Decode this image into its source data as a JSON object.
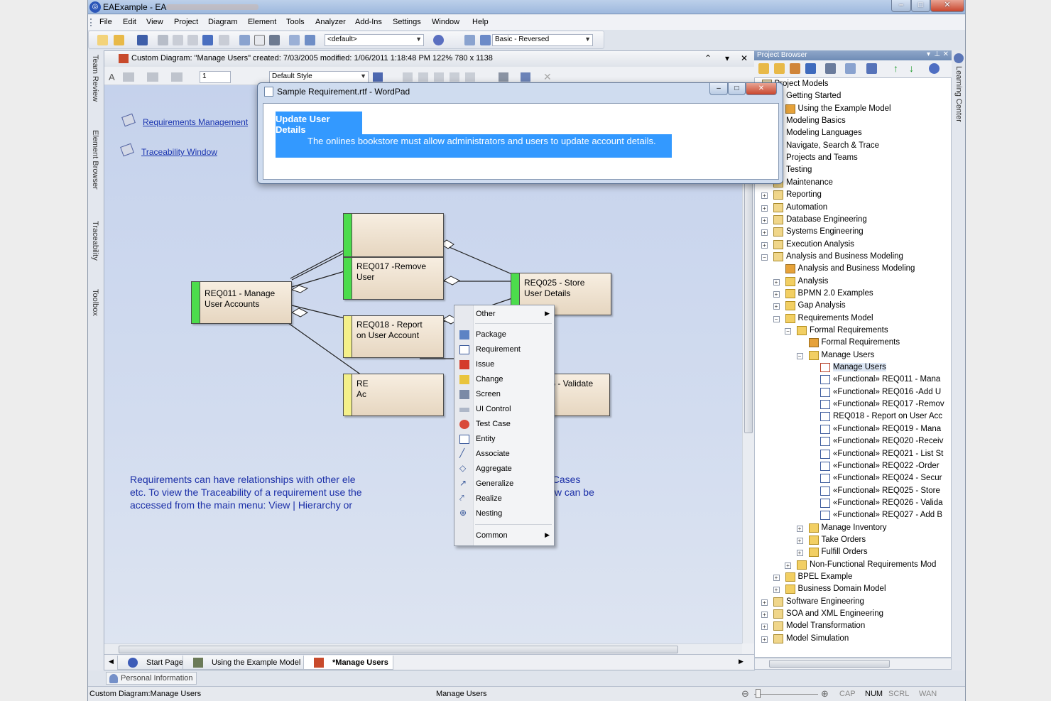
{
  "window": {
    "title": "EAExample - EA"
  },
  "menu": [
    "File",
    "Edit",
    "View",
    "Project",
    "Diagram",
    "Element",
    "Tools",
    "Analyzer",
    "Add-Ins",
    "Settings",
    "Window",
    "Help"
  ],
  "toolbar": {
    "perspective": "<default>",
    "workspace": "Basic - Reversed"
  },
  "left_rail": [
    "Team Review",
    "Element Browser",
    "Traceability",
    "Toolbox"
  ],
  "right_rail": [
    "Learning Center"
  ],
  "diagram": {
    "header": "Custom Diagram: \"Manage Users\"   created: 7/03/2005  modified: 1/06/2011 1:18:48 PM   122%   780 x 1138",
    "style_combo": "Default Style",
    "line_width": "1",
    "links": [
      "Requirements Management",
      "Traceability Window"
    ],
    "elements": {
      "req011": "REQ011 - Manage\nUser Accounts",
      "req017": "REQ017 -Remove\nUser",
      "req018": "REQ018 - Report\non User Account",
      "req025": "REQ025 - Store\nUser Details",
      "req026": "REQ026 - Validate\nUser",
      "reqhidden": "RE\nAc"
    },
    "note_line1": "Requirements can have relationships with other ele",
    "note_line1b": "Requirements,  Use Cases",
    "note_line2": "etc.  To view the Traceability of a requirement use the",
    "note_line2b": "he Hierarchy window can be",
    "note_line3": "accessed from the main menu:  View | Hierarchy  or"
  },
  "context_menu": {
    "items": [
      "Other",
      "Package",
      "Requirement",
      "Issue",
      "Change",
      "Screen",
      "UI Control",
      "Test Case",
      "Entity",
      "Associate",
      "Aggregate",
      "Generalize",
      "Realize",
      "Nesting",
      "Common"
    ]
  },
  "wordpad": {
    "title": "Sample Requirement.rtf - WordPad",
    "heading": "Update User Details",
    "body": "The onlines bookstore must allow administrators and users to update account details."
  },
  "doc_tabs": [
    "Start Page",
    "Using the Example Model",
    "*Manage Users"
  ],
  "personal_info": "Personal Information",
  "project_browser": {
    "title": "Project Browser",
    "tree": [
      "Project Models",
      "Getting Started",
      "Using the Example Model",
      "Modeling Basics",
      "Modeling Languages",
      "Navigate, Search & Trace",
      "Projects and Teams",
      "Testing",
      "Maintenance",
      "Reporting",
      "Automation",
      "Database Engineering",
      "Systems Engineering",
      "Execution Analysis",
      "Analysis and Business Modeling",
      "Analysis and Business Modeling",
      "Analysis",
      "BPMN 2.0 Examples",
      "Gap Analysis",
      "Requirements Model",
      "Formal Requirements",
      "Formal Requirements",
      "Manage Users",
      "Manage Users",
      "«Functional» REQ011 - Mana",
      "«Functional» REQ016 -Add U",
      "«Functional» REQ017 -Remov",
      "REQ018 - Report on User Acc",
      "«Functional» REQ019 - Mana",
      "«Functional» REQ020 -Receiv",
      "«Functional» REQ021 - List St",
      "«Functional» REQ022 -Order",
      "«Functional» REQ024 - Secur",
      "«Functional» REQ025 - Store",
      "«Functional» REQ026 - Valida",
      "«Functional» REQ027 - Add B",
      "Manage Inventory",
      "Take Orders",
      "Fulfill Orders",
      "Non-Functional Requirements Mod",
      "BPEL Example",
      "Business Domain Model",
      "Software Engineering",
      "SOA and XML Engineering",
      "Model Transformation",
      "Model Simulation"
    ]
  },
  "status": {
    "left": "Custom Diagram:Manage Users",
    "center": "Manage Users",
    "cap": "CAP",
    "num": "NUM",
    "scrl": "SCRL",
    "wan": "WAN"
  },
  "colors": {
    "accent": "#3399ff",
    "green_bar": "#4cdc4c",
    "yellow_bar": "#f4f08a",
    "blue_bar": "#3366ee"
  }
}
